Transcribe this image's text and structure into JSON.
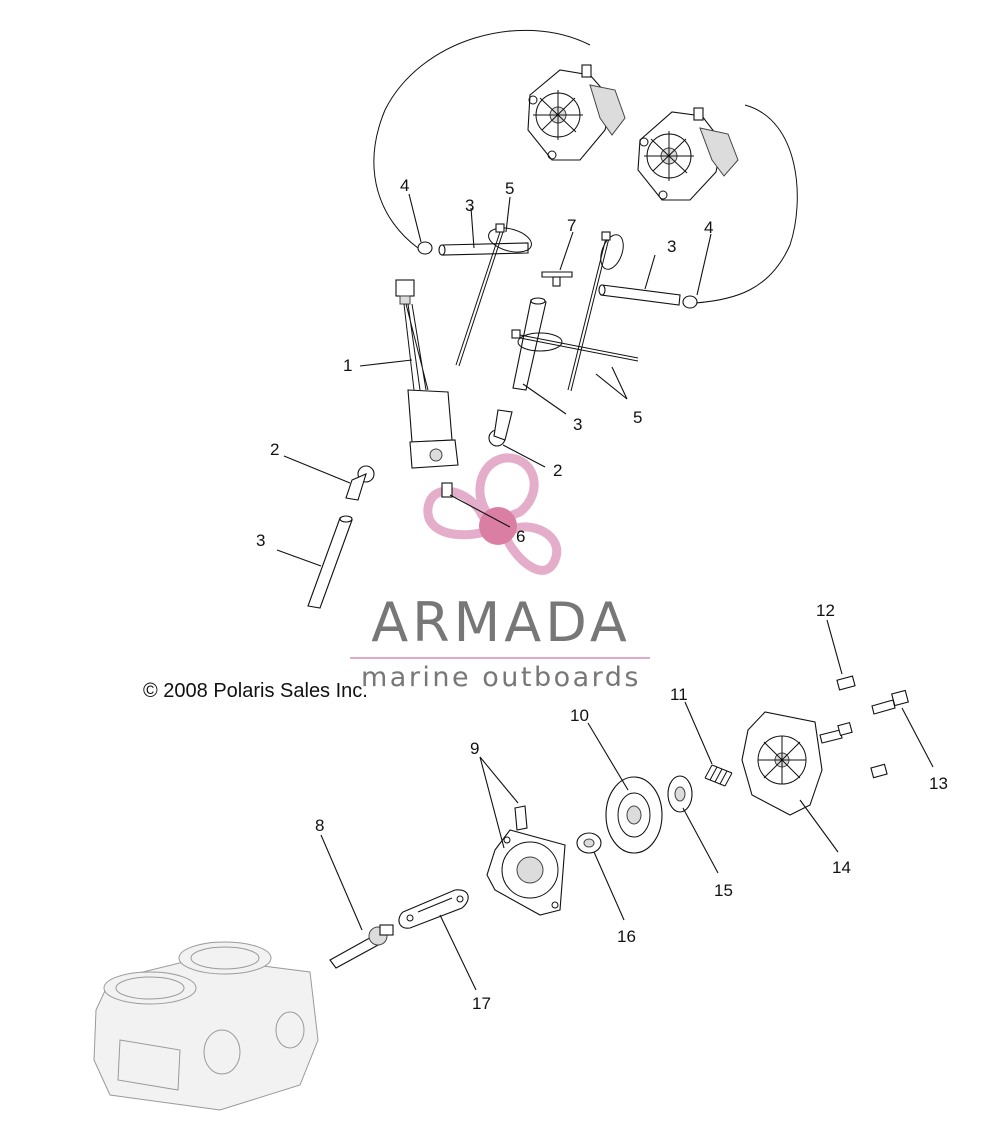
{
  "copyright": "© 2008 Polaris Sales Inc.",
  "watermark": {
    "name": "ARMADA",
    "tagline": "marine outboards",
    "colors": {
      "pink": "#e3a9c8",
      "pink_dark": "#d9789f",
      "grey": "#777777"
    }
  },
  "callouts": {
    "c1": "1",
    "c2a": "2",
    "c2b": "2",
    "c3a": "3",
    "c3b": "3",
    "c3c": "3",
    "c3d": "3",
    "c4a": "4",
    "c4b": "4",
    "c5a": "5",
    "c5b": "5",
    "c6": "6",
    "c7": "7",
    "c8": "8",
    "c9": "9",
    "c10": "10",
    "c11": "11",
    "c12": "12",
    "c13": "13",
    "c14": "14",
    "c15": "15",
    "c16": "16",
    "c17": "17"
  }
}
